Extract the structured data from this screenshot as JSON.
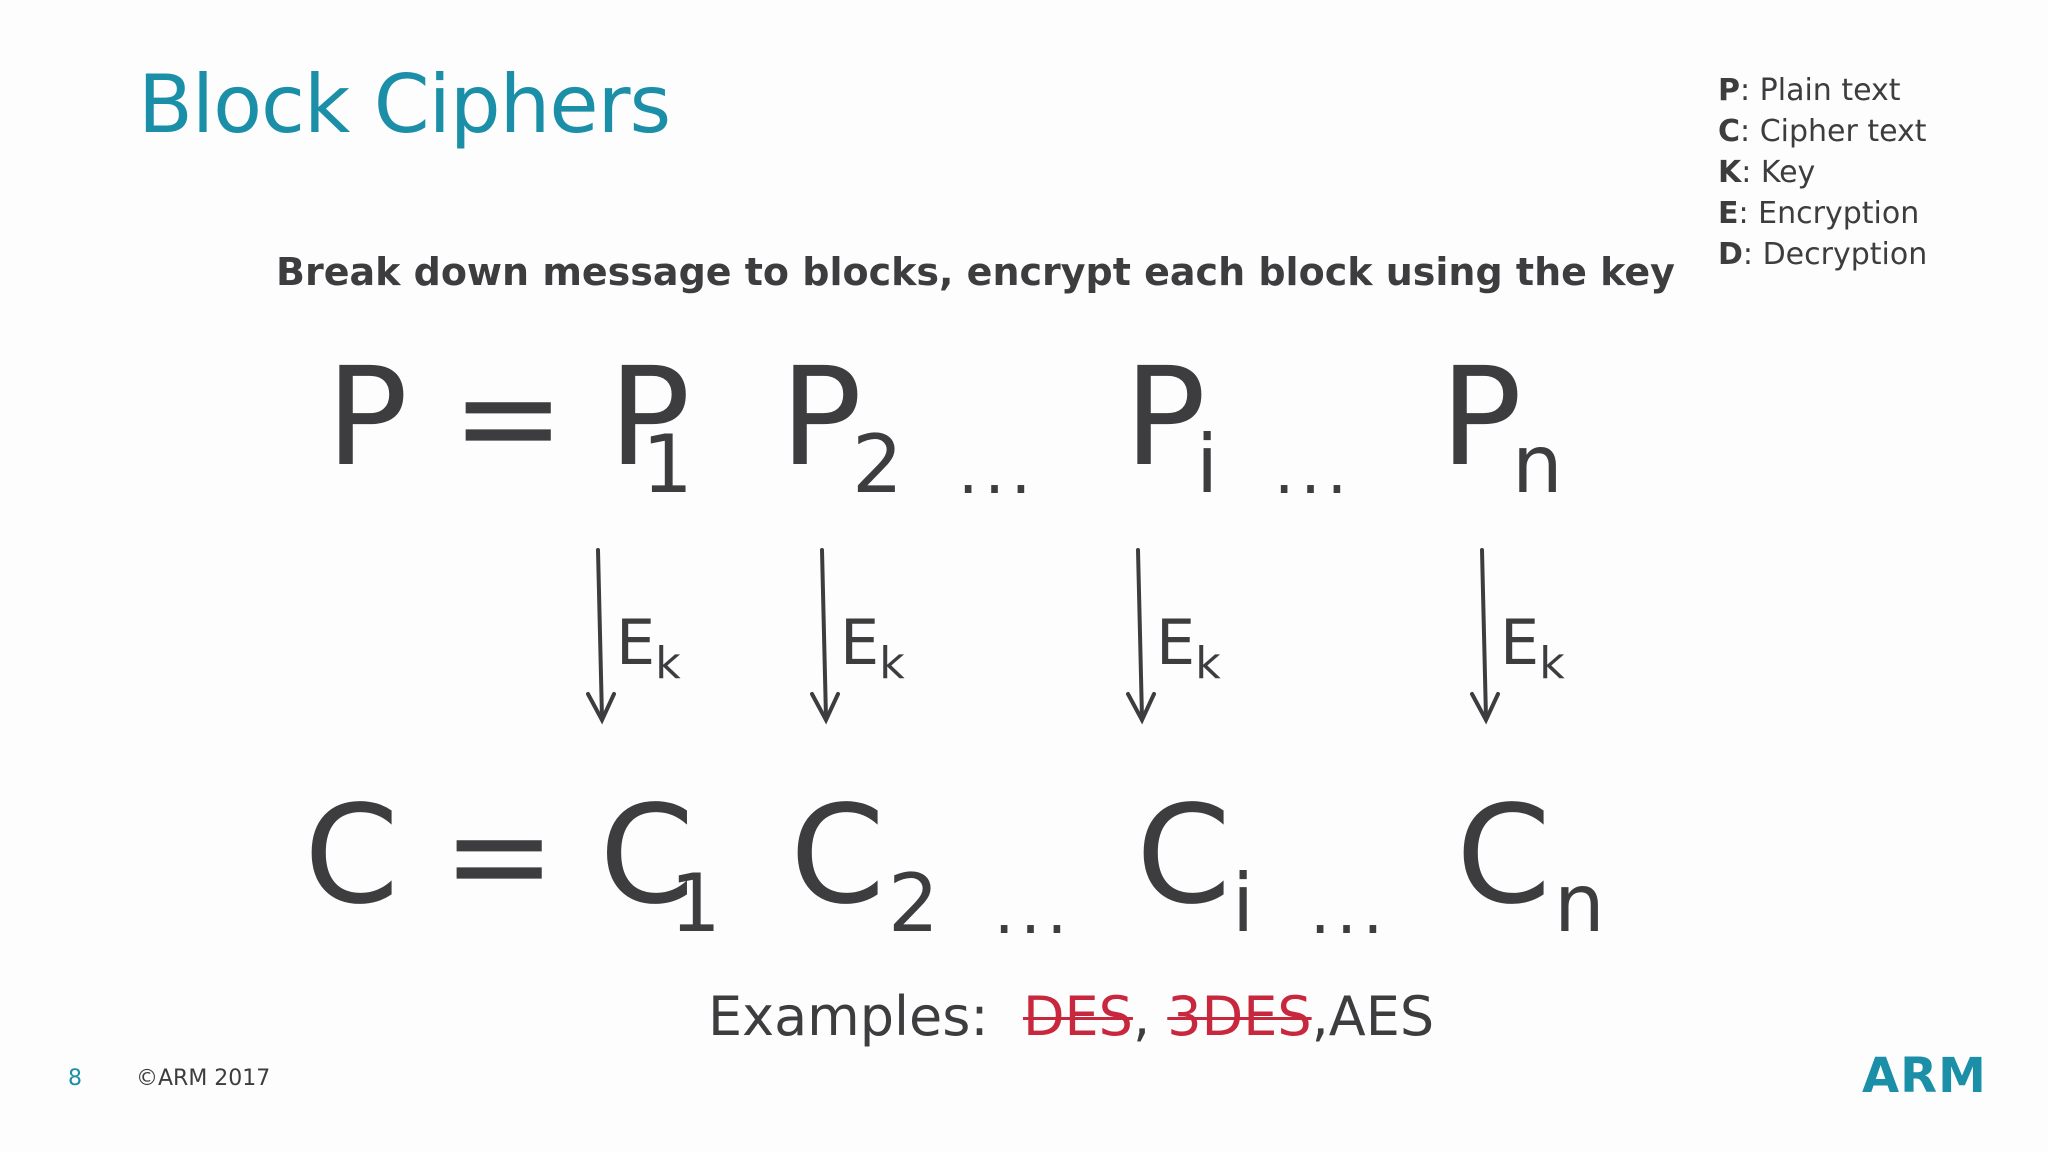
{
  "slide": {
    "title": "Block Ciphers",
    "subtitle": "Break down message to blocks, encrypt each block using the key",
    "legend": [
      {
        "key": "P",
        "sep": ": ",
        "text": "Plain text"
      },
      {
        "key": "C",
        "sep": ": ",
        "text": "Cipher text"
      },
      {
        "key": "K",
        "sep": ": ",
        "text": "Key"
      },
      {
        "key": "E",
        "sep": ": ",
        "text": "Encryption"
      },
      {
        "key": "D",
        "sep": ": ",
        "text": "Decryption"
      }
    ],
    "plain_row": {
      "lhs": "P = P",
      "p2": "P",
      "pi": "P",
      "pn": "P",
      "sub1": "1",
      "sub2": "2",
      "subi": "i",
      "subn": "n",
      "dots": "..."
    },
    "cipher_row": {
      "lhs": "C = C",
      "c2": "C",
      "ci": "C",
      "cn": "C",
      "sub1": "1",
      "sub2": "2",
      "subi": "i",
      "subn": "n",
      "dots": "..."
    },
    "arrow_label": {
      "main": "E",
      "sub": "k"
    },
    "examples": {
      "label": "Examples:",
      "des": "DES",
      "tdes": "3DES",
      "aes": "AES",
      "comma": ","
    },
    "footer": {
      "page_number": "8",
      "copyright": "©ARM 2017",
      "logo": "ARM"
    },
    "colors": {
      "title": "#1b8fa8",
      "text": "#3d3d3f",
      "strike": "#c8283e"
    }
  }
}
